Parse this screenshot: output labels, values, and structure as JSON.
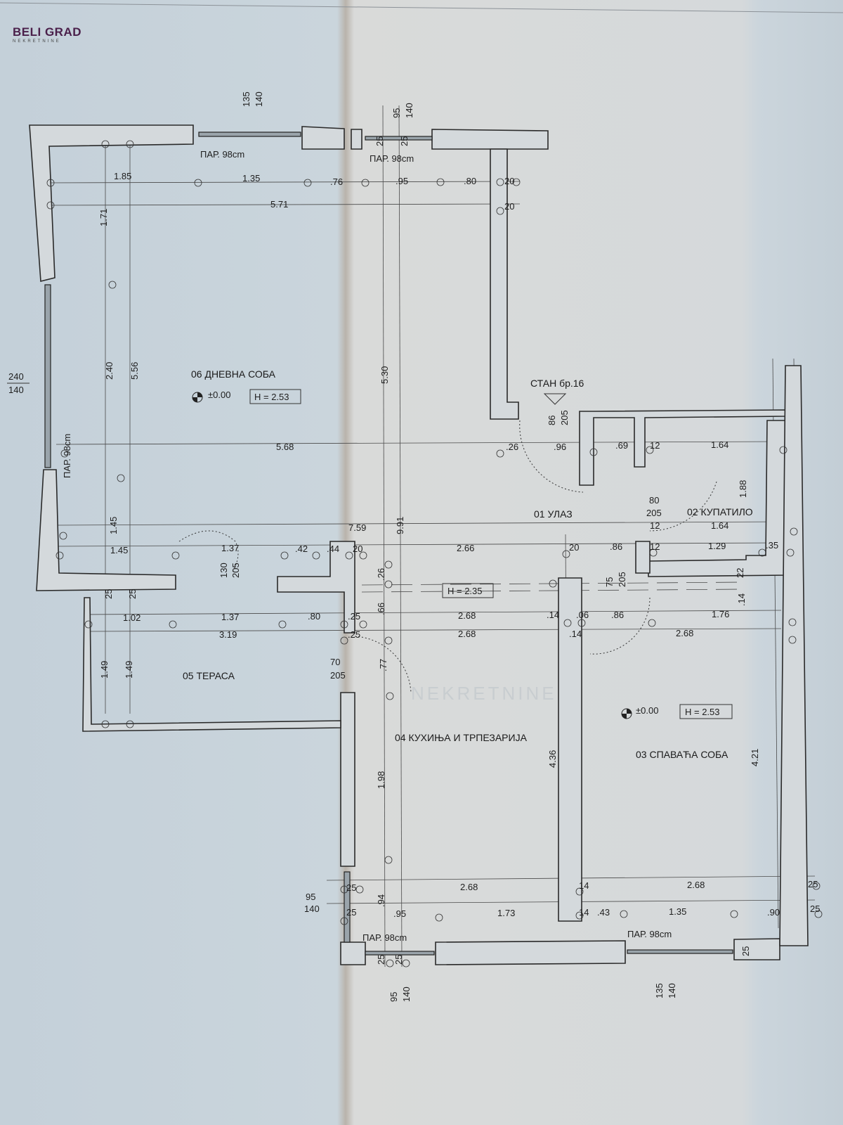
{
  "logo": {
    "text": "BELI GRAD",
    "sub": "NEKRETNINE"
  },
  "watermark": "NEKRETNINE",
  "colors": {
    "paper_left": "#c9d3da",
    "paper_center": "#d8dbdc",
    "line": "#2a2a2a",
    "logo": "#4a1f4a"
  },
  "rooms": {
    "living": "06 ДНЕВНА СОБА",
    "entry": "01 УЛАЗ",
    "bathroom": "02 КУПАТИЛО",
    "terrace": "05 ТЕРАСА",
    "kitchen": "04 КУХИЊА И ТРПЕЗАРИЈА",
    "bedroom": "03 СПАВАЋА СОБА",
    "apartment": "СТАН бр.16"
  },
  "levels": {
    "living_level": "±0.00",
    "living_height": "H = 2.53",
    "hall_height": "H = 2.35",
    "bedroom_level": "±0.00",
    "bedroom_height": "H = 2.53"
  },
  "windows": [
    "ПАР. 98cm",
    "ПАР. 98cm",
    "ПАР. 98cm",
    "ПАР. 98cm",
    "ПАР. 98cm"
  ],
  "dims": [
    "1.85",
    "1.35",
    ".76",
    ".95",
    ".80",
    "20",
    "20",
    "5.71",
    "5.68",
    ".26",
    ".96",
    ".69",
    "12",
    "1.64",
    "7.59",
    "1.45",
    "1.37",
    ".42",
    ".44",
    "20",
    "2.66",
    "20",
    ".86",
    "12",
    "1.29",
    ".35",
    "80",
    "205",
    "12",
    "1.64",
    "1.02",
    "1.37",
    ".80",
    ".25",
    "2.68",
    ".14",
    ".06",
    ".86",
    "1.76",
    "3.19",
    ".25",
    "2.68",
    ".14",
    "2.68",
    "70",
    "205",
    "2.68",
    "14",
    "2.68",
    "25",
    "95",
    "140",
    "25",
    "25",
    ".95",
    "1.73",
    "14",
    ".43",
    "1.35",
    ".90",
    "25",
    "240",
    "140"
  ],
  "vdims": [
    "135",
    "140",
    "95",
    "140",
    "25",
    "25",
    "1.71",
    "2.40",
    "5.56",
    "5.30",
    "9.91",
    "1.45",
    "86",
    "205",
    "130",
    "205",
    "75",
    "205",
    ".26",
    ".66",
    "1.88",
    "22",
    ".14",
    "25",
    "25",
    "1.49",
    "1.49",
    "4.36",
    "4.21",
    "1.98",
    ".94",
    ".77",
    "135",
    "140",
    "95",
    "140",
    "25",
    "25",
    "25"
  ]
}
